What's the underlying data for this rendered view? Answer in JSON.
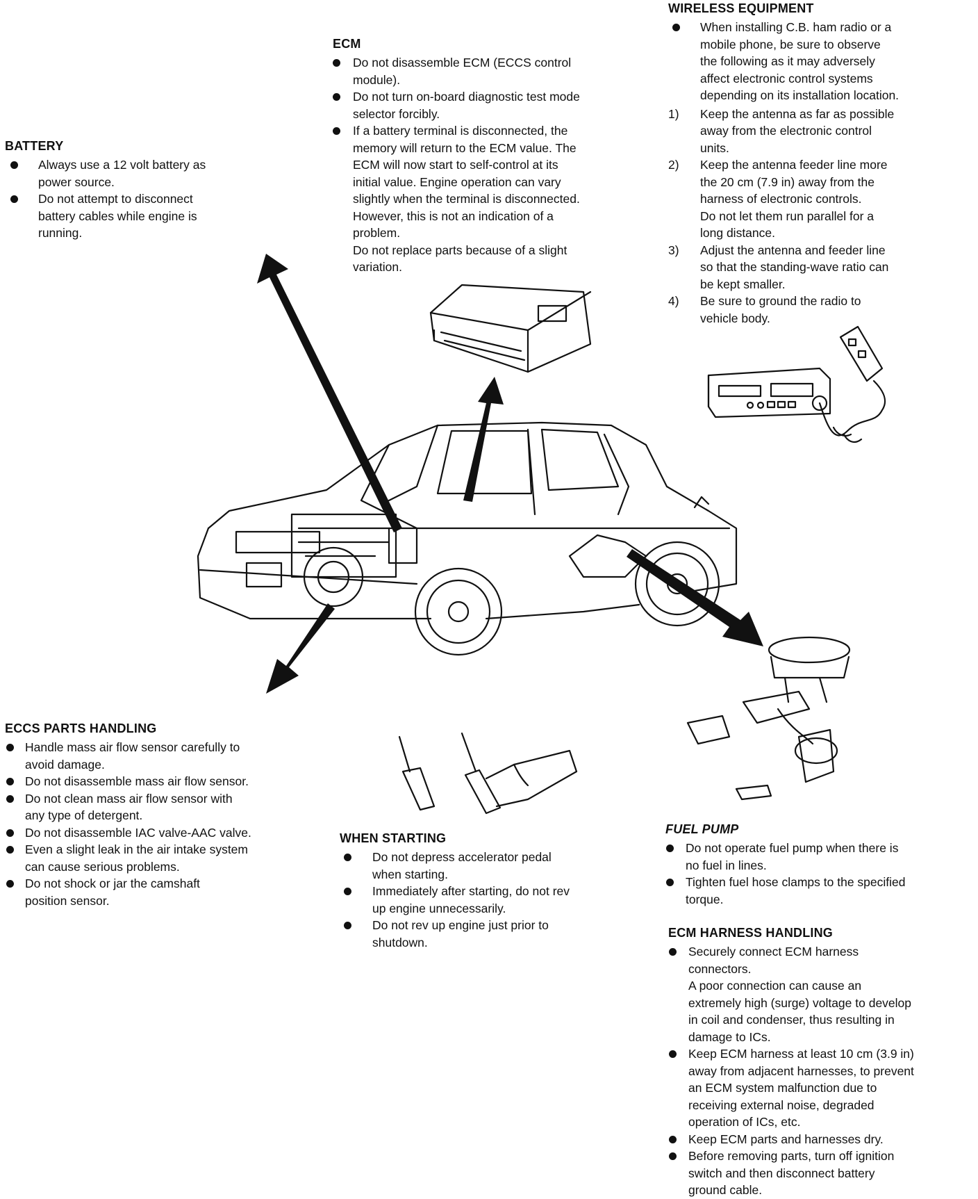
{
  "battery": {
    "title": "BATTERY",
    "items": [
      "Always use a 12 volt battery as\npower source.",
      "Do not attempt to disconnect\nbattery cables while engine is\nrunning."
    ]
  },
  "ecm": {
    "title": "ECM",
    "items": [
      "Do not disassemble ECM (ECCS control\nmodule).",
      "Do not turn on-board diagnostic test mode\nselector forcibly.",
      "If a battery terminal is disconnected, the\nmemory will return to the ECM value. The\nECM will now start to self-control at its\ninitial value. Engine operation can vary\nslightly when the terminal is disconnected.\nHowever, this is not an indication of a\nproblem.\nDo not replace parts because of a slight\nvariation."
    ]
  },
  "wireless": {
    "title": "WIRELESS EQUIPMENT",
    "intro": "When installing C.B. ham radio or a\nmobile phone, be sure to observe\nthe following as it may adversely\naffect electronic control systems\ndepending on its installation location.",
    "steps": [
      {
        "num": "1)",
        "text": "Keep the antenna as far as possible\naway from the electronic control\nunits."
      },
      {
        "num": "2)",
        "text": "Keep the antenna feeder line more\nthe 20 cm (7.9 in) away from the\nharness of electronic controls.\nDo not let them run parallel for a\nlong distance."
      },
      {
        "num": "3)",
        "text": "Adjust the antenna and feeder line\nso that the standing-wave ratio can\nbe kept smaller."
      },
      {
        "num": "4)",
        "text": "Be sure to ground the radio to\nvehicle body."
      }
    ]
  },
  "eccs": {
    "title": "ECCS PARTS HANDLING",
    "items": [
      "Handle mass air flow sensor carefully to\navoid damage.",
      "Do not disassemble mass air flow sensor.",
      "Do not clean mass air flow sensor with\nany type of detergent.",
      "Do not disassemble IAC valve-AAC valve.",
      "Even a slight leak in the air intake system\ncan cause serious problems.",
      "Do not shock or jar the camshaft\nposition sensor."
    ]
  },
  "starting": {
    "title": "WHEN STARTING",
    "items": [
      "Do not depress accelerator pedal\nwhen starting.",
      "Immediately after starting, do not rev\nup engine unnecessarily.",
      "Do not rev up engine just prior to\nshutdown."
    ]
  },
  "fuel": {
    "title": "FUEL PUMP",
    "items": [
      "Do not operate fuel pump when there is\nno fuel in lines.",
      "Tighten fuel hose clamps to the specified\ntorque."
    ]
  },
  "harness": {
    "title": "ECM HARNESS HANDLING",
    "items": [
      "Securely connect ECM harness\nconnectors.\nA poor connection can cause an\nextremely high (surge) voltage to develop\nin coil and condenser, thus resulting in\ndamage to ICs.",
      "Keep ECM harness at least 10 cm (3.9 in)\naway from adjacent harnesses, to prevent\nan ECM system malfunction due to\nreceiving external noise, degraded\noperation of ICs, etc.",
      "Keep ECM parts and harnesses dry.",
      "Before removing parts, turn off ignition\nswitch and then disconnect battery\nground cable."
    ]
  }
}
